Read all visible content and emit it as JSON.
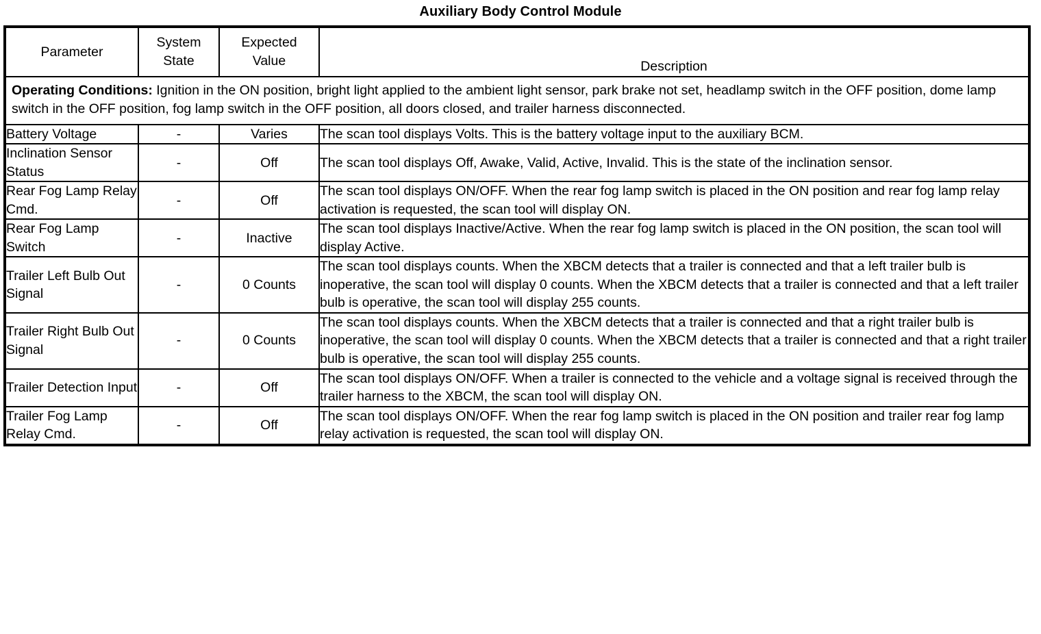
{
  "document": {
    "title": "Auxiliary Body Control Module"
  },
  "table": {
    "headers": {
      "parameter": "Parameter",
      "system_state": "System State",
      "system_state_line1": "System",
      "system_state_line2": "State",
      "expected_value": "Expected Value",
      "expected_value_line1": "Expected",
      "expected_value_line2": "Value",
      "description": "Description"
    },
    "operating_conditions": {
      "label": "Operating Conditions:",
      "text": " Ignition in the ON position, bright light applied to the ambient light sensor, park brake not set, headlamp switch in the OFF position, dome lamp switch in the OFF position, fog lamp switch in the OFF position, all doors closed, and trailer harness disconnected."
    },
    "rows": [
      {
        "parameter": "Battery Voltage",
        "system_state": "-",
        "expected_value": "Varies",
        "description": "The scan tool displays Volts. This is the battery voltage input to the auxiliary BCM."
      },
      {
        "parameter": "Inclination Sensor Status",
        "system_state": "-",
        "expected_value": "Off",
        "description": "The scan tool displays Off, Awake, Valid, Active, Invalid. This is the state of the inclination sensor."
      },
      {
        "parameter": "Rear Fog Lamp Relay Cmd.",
        "system_state": "-",
        "expected_value": "Off",
        "description": "The scan tool displays ON/OFF. When the rear fog lamp switch is placed in the ON position and rear fog lamp relay activation is requested, the scan tool will display ON."
      },
      {
        "parameter": "Rear Fog Lamp Switch",
        "system_state": "-",
        "expected_value": "Inactive",
        "description": "The scan tool displays Inactive/Active. When the rear fog lamp switch is placed in the ON position, the scan tool will display Active."
      },
      {
        "parameter": "Trailer Left Bulb Out Signal",
        "system_state": "-",
        "expected_value": "0 Counts",
        "description": "The scan tool displays counts. When the XBCM detects that a trailer is connected and that a left trailer bulb is inoperative, the scan tool will display 0 counts. When the XBCM detects that a trailer is connected and that a left trailer bulb is operative, the scan tool will display 255 counts."
      },
      {
        "parameter": "Trailer Right Bulb Out Signal",
        "system_state": "-",
        "expected_value": "0 Counts",
        "description": "The scan tool displays counts. When the XBCM detects that a trailer is connected and that a right trailer bulb is inoperative, the scan tool will display 0 counts. When the XBCM detects that a trailer is connected and that a right trailer bulb is operative, the scan tool will display 255 counts."
      },
      {
        "parameter": "Trailer Detection Input",
        "system_state": "-",
        "expected_value": "Off",
        "description": "The scan tool displays ON/OFF. When a trailer is connected to the vehicle and a voltage signal is received through the trailer harness to the XBCM, the scan tool will display ON."
      },
      {
        "parameter": "Trailer Fog Lamp Relay Cmd.",
        "system_state": "-",
        "expected_value": "Off",
        "description": "The scan tool displays ON/OFF. When the rear fog lamp switch is placed in the ON position and trailer rear fog lamp relay activation is requested, the scan tool will display ON."
      }
    ]
  },
  "colors": {
    "text": "#000000",
    "background": "#ffffff",
    "border": "#000000"
  }
}
